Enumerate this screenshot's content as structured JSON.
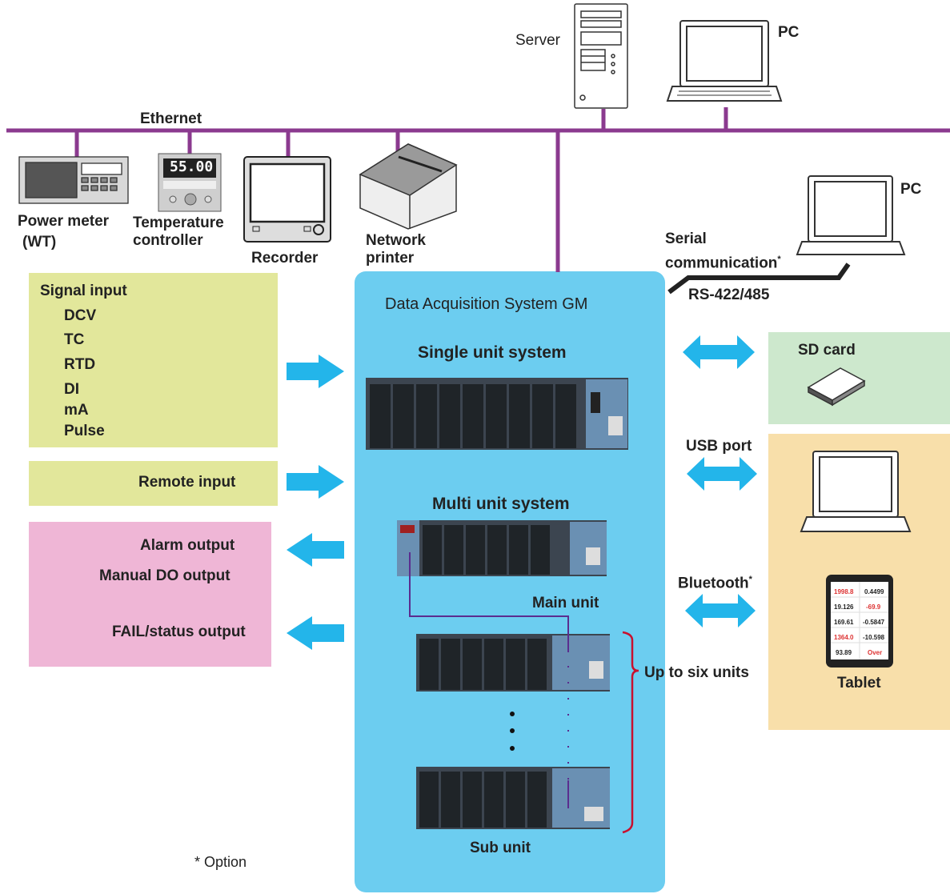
{
  "network": {
    "ethernet_label": "Ethernet",
    "server_label": "Server",
    "pc_top_label": "PC",
    "pc_serial_label": "PC"
  },
  "devices": {
    "power_meter": "Power meter",
    "power_meter_sub": "(WT)",
    "temp_controller_1": "Temperature",
    "temp_controller_2": "controller",
    "temp_display": "55.00",
    "recorder": "Recorder",
    "network_printer_1": "Network",
    "network_printer_2": "printer"
  },
  "serial": {
    "line1": "Serial",
    "line2": "communication",
    "asterisk": "*",
    "protocol": "RS-422/485"
  },
  "inputs": {
    "signal_title": "Signal input",
    "signal_items": [
      "DCV",
      "TC",
      "RTD",
      "DI",
      "mA",
      "Pulse"
    ],
    "remote": "Remote input"
  },
  "outputs": {
    "alarm": "Alarm output",
    "manual_do": "Manual DO output",
    "fail": "FAIL/status output"
  },
  "gm": {
    "title": "Data Acquisition System GM",
    "single": "Single unit system",
    "multi": "Multi unit system",
    "main_unit": "Main unit",
    "up_to": "Up to six units",
    "sub_unit": "Sub unit"
  },
  "right": {
    "sd_card": "SD card",
    "usb_port": "USB port",
    "bluetooth": "Bluetooth",
    "bluetooth_asterisk": "*",
    "tablet": "Tablet",
    "tablet_values": [
      "1998.8",
      "0.4499",
      "19.126",
      "-69.9",
      "169.61",
      "-0.5847",
      "1364.0",
      "-10.598",
      "93.89",
      "Over"
    ]
  },
  "footnote": "* Option",
  "colors": {
    "ethernet": "#8b3a8f",
    "gm_panel": "#6ccdf0",
    "arrow": "#23b5ea",
    "input_box": "#e2e79b",
    "output_box": "#efb6d6",
    "sd_box": "#cde8cd",
    "pc_box": "#f8dfaa",
    "bracket": "#c8102e"
  }
}
